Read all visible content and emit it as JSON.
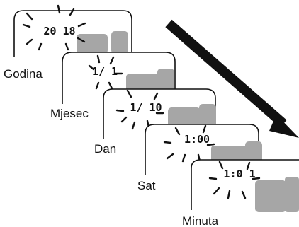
{
  "steps": [
    {
      "label": "Godina",
      "display": "20 18"
    },
    {
      "label": "Mjesec",
      "display": "1/ 1"
    },
    {
      "label": "Dan",
      "display": "1/ 10"
    },
    {
      "label": "Sat",
      "display": "1:00"
    },
    {
      "label": "Minuta",
      "display": "1:0 1"
    }
  ],
  "icons": {
    "arrow": "diagonal-arrow-icon",
    "blink": "blink-rays-icon"
  },
  "colors": {
    "ink": "#111111",
    "block": "#a6a6a6",
    "background": "#ffffff"
  }
}
